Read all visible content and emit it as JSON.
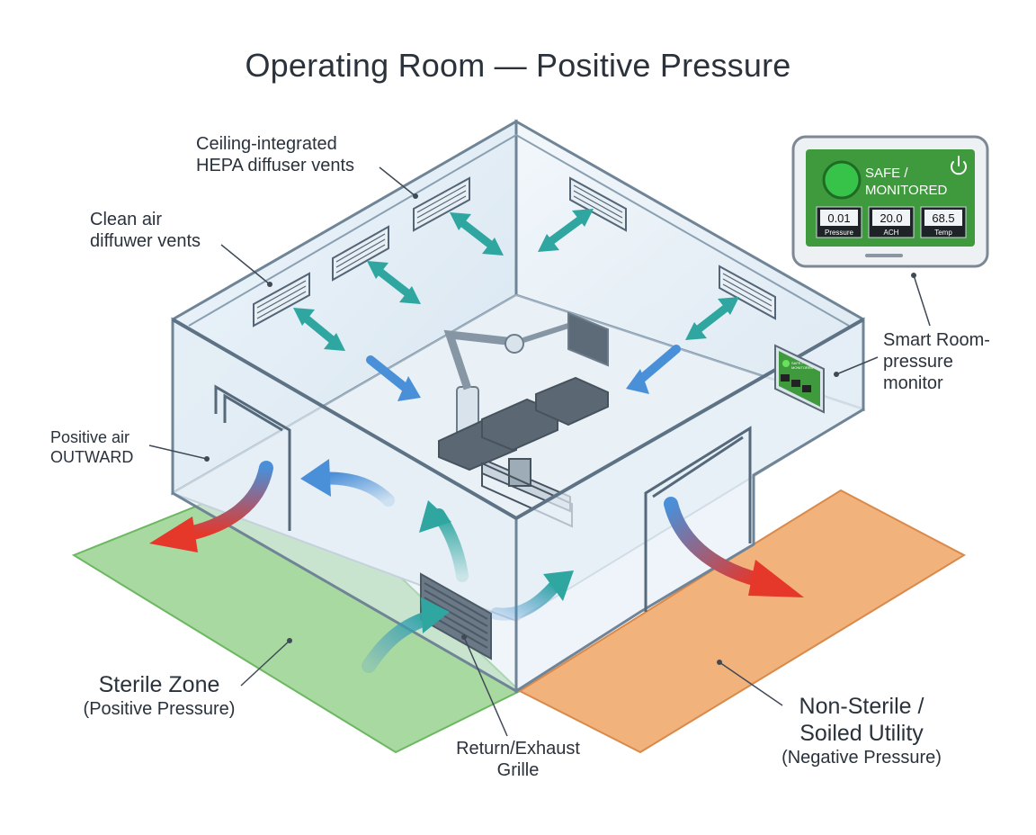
{
  "title": "Operating Room — Positive Pressure",
  "labels": {
    "ceiling_vents": [
      "Ceiling-integrated",
      "HEPA diffuser vents"
    ],
    "clean_air_vents": [
      "Clean air",
      "diffuwer vents"
    ],
    "positive_air": [
      "Positive air",
      "OUTWARD"
    ],
    "smart_monitor": [
      "Smart Room-",
      "pressure",
      "monitor"
    ],
    "return_grille": [
      "Return/Exhaust",
      "Grille"
    ],
    "sterile_zone": {
      "name": "Sterile Zone",
      "sub": "(Positive Pressure)"
    },
    "non_sterile_zone": {
      "name": [
        "Non-Sterile /",
        "Soiled Utility"
      ],
      "sub": "(Negative Pressure)"
    }
  },
  "monitor": {
    "status": [
      "SAFE /",
      "MONITORED"
    ],
    "power_icon": "power-icon",
    "readings": [
      {
        "value": "0.01",
        "label": "Pressure"
      },
      {
        "value": "20.0",
        "label": "ACH"
      },
      {
        "value": "68.5",
        "label": "Temp"
      }
    ],
    "small_status": [
      "SAFE /",
      "MONITORED"
    ]
  },
  "colors": {
    "sterile_floor": "#a8d9a0",
    "non_sterile_floor": "#f2b27c",
    "wall": "#e3eef6",
    "wall_edge": "#6f8496",
    "screen_green": "#3e9a3c",
    "status_light": "#37c24a",
    "airflow_teal": "#2fa6a0",
    "airflow_blue": "#4a90d9",
    "outflow_red": "#e53a2b"
  }
}
